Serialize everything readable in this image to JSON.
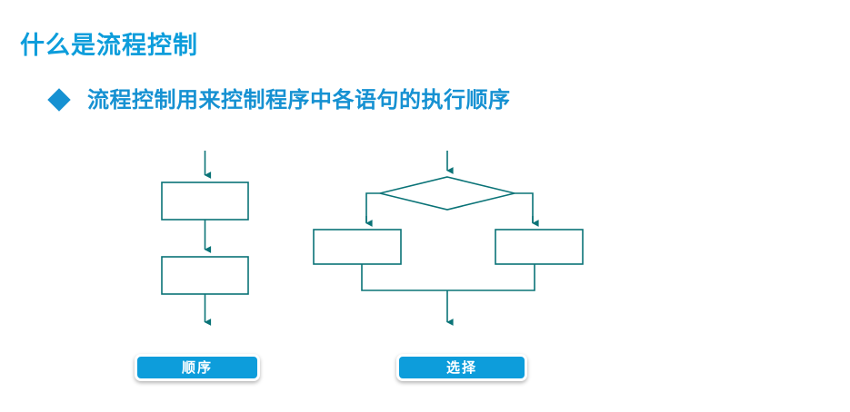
{
  "slide": {
    "title": "什么是流程控制",
    "bullet": {
      "marker": "diamond-bullet-icon",
      "text": "流程控制用来控制程序中各语句的执行顺序"
    }
  },
  "colors": {
    "accent_blue": "#0d9ddb",
    "bullet_blue": "#1691d2",
    "diagram_teal": "#0a7377",
    "background": "#ffffff",
    "button_text": "#ffffff"
  },
  "diagrams": [
    {
      "name": "sequence-flowchart",
      "type": "sequence",
      "nodes": [
        {
          "name": "process-box-1",
          "shape": "rectangle",
          "label": ""
        },
        {
          "name": "process-box-2",
          "shape": "rectangle",
          "label": ""
        }
      ],
      "connectors": [
        "entry-arrow",
        "box1-to-box2-arrow",
        "exit-arrow"
      ]
    },
    {
      "name": "selection-flowchart",
      "type": "selection",
      "nodes": [
        {
          "name": "decision-diamond",
          "shape": "diamond",
          "label": ""
        },
        {
          "name": "branch-box-left",
          "shape": "rectangle",
          "label": ""
        },
        {
          "name": "branch-box-right",
          "shape": "rectangle",
          "label": ""
        }
      ],
      "connectors": [
        "entry-arrow",
        "left-branch-arrow",
        "right-branch-arrow",
        "merge-arrow"
      ]
    }
  ],
  "buttons": [
    {
      "name": "sequence-button",
      "label": "顺序"
    },
    {
      "name": "selection-button",
      "label": "选择"
    }
  ]
}
